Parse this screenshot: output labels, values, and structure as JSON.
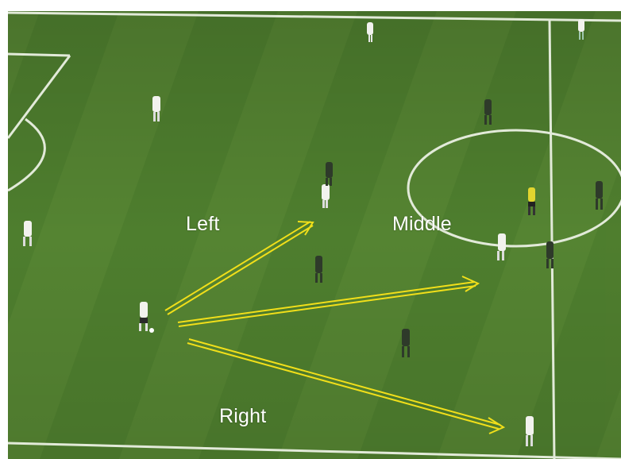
{
  "annotation": {
    "labels": {
      "left": "Left",
      "middle": "Middle",
      "right": "Right"
    },
    "arrow_color": "#f3e21b"
  },
  "pitch": {
    "grass_colors": [
      "#4f7a30",
      "#5b8a37"
    ],
    "line_color": "#e6eee0"
  },
  "players": {
    "home_kit": "#f4f4f0",
    "away_kit": "#2f3a2a",
    "referee_kit": "#e4d832"
  }
}
